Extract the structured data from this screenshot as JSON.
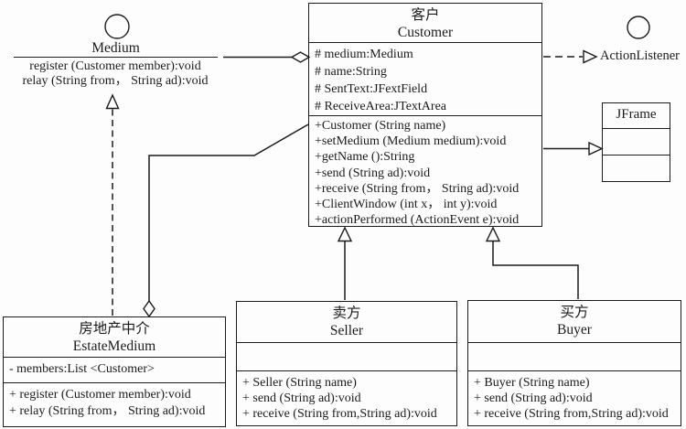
{
  "colors": {
    "line": "#1b1b1b",
    "background": "#fdfdfd"
  },
  "interfaces": {
    "medium": {
      "name": "Medium",
      "operations": [
        "register (Customer member):void",
        "relay (String from， String ad):void"
      ]
    },
    "action_listener": {
      "name": "ActionListener"
    }
  },
  "classes": {
    "customer": {
      "name_zh": "客户",
      "name_en": "Customer",
      "attributes": [
        "# medium:Medium",
        "# name:String",
        "# SentText:JFextField",
        "# ReceiveArea:JTextArea"
      ],
      "methods": [
        "+Customer (String name)",
        "+setMedium (Medium medium):void",
        "+getName ():String",
        "+send (String ad):void",
        "+receive (String from， String ad):void",
        "+ClientWindow (int x， int y):void",
        "+actionPerformed (ActionEvent e):void"
      ]
    },
    "jframe": {
      "name": "JFrame"
    },
    "estate_medium": {
      "name_zh": "房地产中介",
      "name_en": "EstateMedium",
      "attributes": [
        "- members:List <Customer>"
      ],
      "methods": [
        "+ register (Customer member):void",
        "+ relay (String from， String ad):void"
      ]
    },
    "seller": {
      "name_zh": "卖方",
      "name_en": "Seller",
      "methods": [
        "+ Seller (String name)",
        "+ send (String ad):void",
        "+ receive (String from,String ad):void"
      ]
    },
    "buyer": {
      "name_zh": "买方",
      "name_en": "Buyer",
      "methods": [
        "+ Buyer (String name)",
        "+ send (String ad):void",
        "+ receive (String from,String ad):void"
      ]
    }
  },
  "relationships": [
    {
      "from": "Customer",
      "to": "Medium",
      "type": "aggregation"
    },
    {
      "from": "Customer",
      "to": "ActionListener",
      "type": "realization"
    },
    {
      "from": "Customer",
      "to": "JFrame",
      "type": "generalization"
    },
    {
      "from": "EstateMedium",
      "to": "Medium",
      "type": "realization"
    },
    {
      "from": "EstateMedium",
      "to": "Customer",
      "type": "aggregation"
    },
    {
      "from": "Seller",
      "to": "Customer",
      "type": "generalization"
    },
    {
      "from": "Buyer",
      "to": "Customer",
      "type": "generalization"
    }
  ]
}
